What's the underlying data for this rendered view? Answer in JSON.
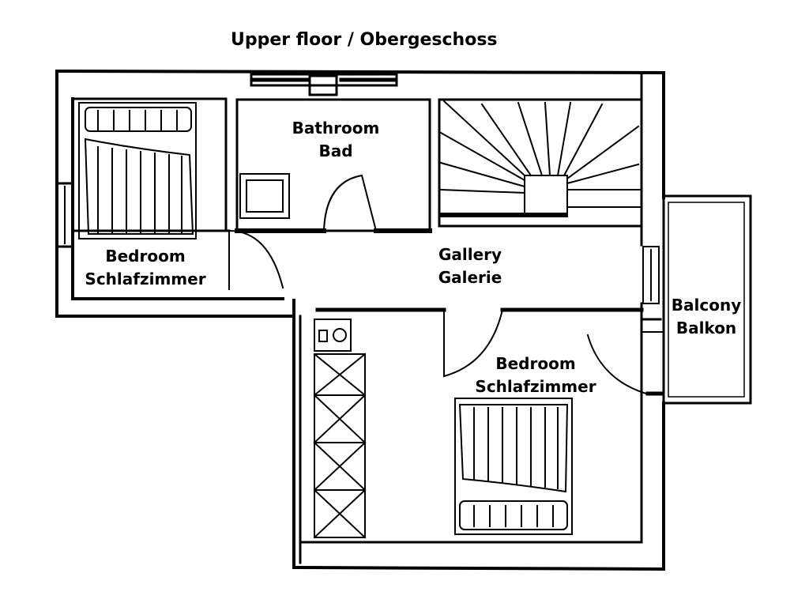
{
  "title": "Upper floor / Obergeschoss",
  "rooms": {
    "bedroom_left": {
      "en": "Bedroom",
      "de": "Schlafzimmer"
    },
    "bathroom": {
      "en": "Bathroom",
      "de": "Bad"
    },
    "gallery": {
      "en": "Gallery",
      "de": "Galerie"
    },
    "balcony": {
      "en": "Balcony",
      "de": "Balkon"
    },
    "bedroom_right": {
      "en": "Bedroom",
      "de": "Schlafzimmer"
    }
  }
}
